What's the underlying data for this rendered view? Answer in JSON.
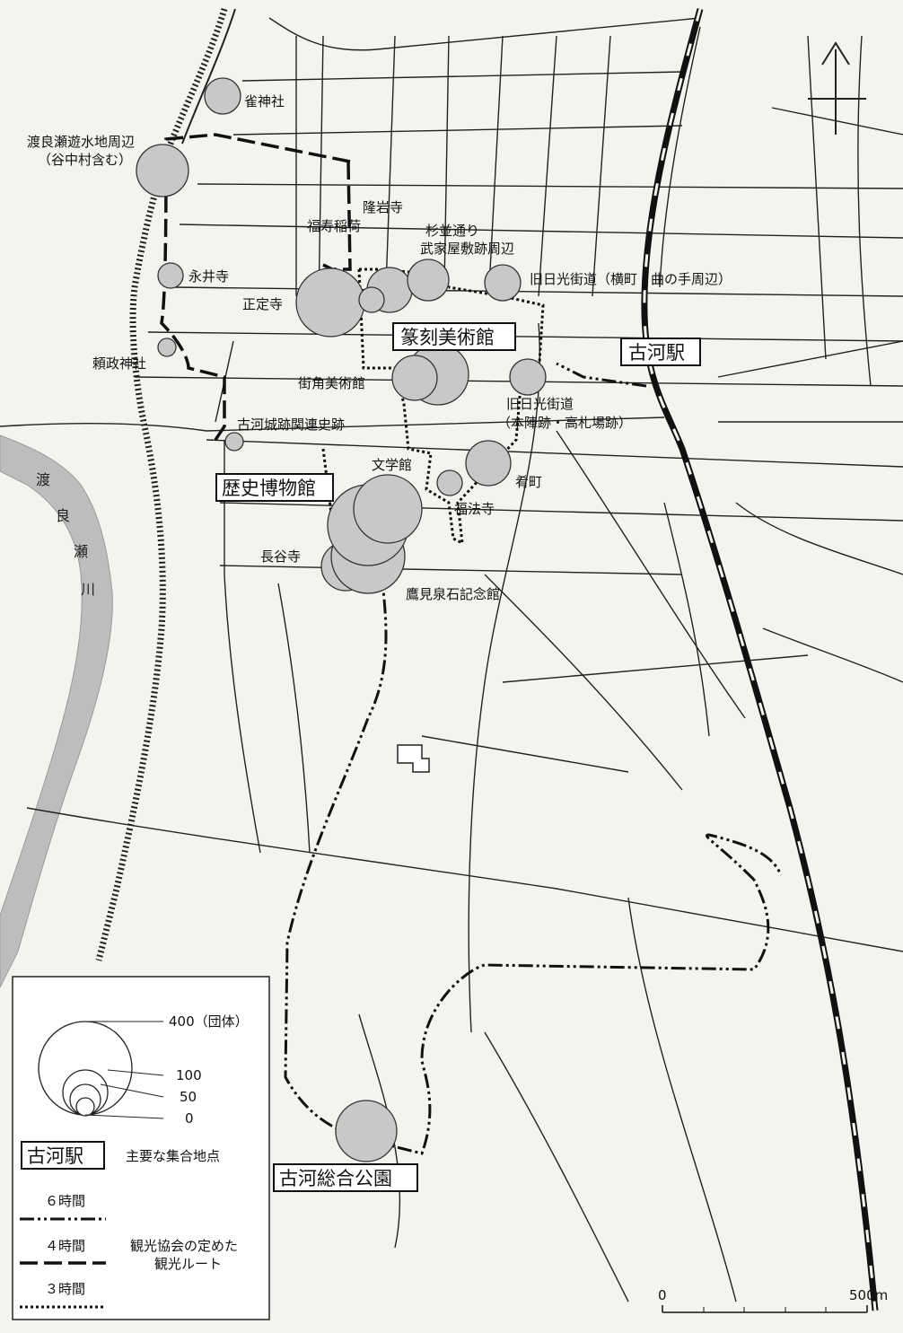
{
  "places": {
    "suzume": "雀神社",
    "watarase_area_1": "渡良瀬遊水地周辺",
    "watarase_area_2": "（谷中村含む）",
    "ryugan": "隆岩寺",
    "fukuju": "福寿稲荷",
    "suginami_1": "杉並通り",
    "suginami_2": "武家屋敷跡周辺",
    "eisei": "永井寺",
    "shojo": "正定寺",
    "kyunikko1": "旧日光街道（横町・曲の手周辺）",
    "tenkoku": "篆刻美術館",
    "koga_station": "古河駅",
    "yorimasa": "頼政神社",
    "machikado": "街角美術館",
    "kyunikko2_1": "旧日光街道",
    "kyunikko2_2": "（本陣跡・高札場跡）",
    "kogajo": "古河城跡関連史跡",
    "bungakukan": "文学館",
    "sakanamachi": "肴町",
    "rekishi": "歴史博物館",
    "fukuhoji": "福法寺",
    "hasedera": "長谷寺",
    "takami": "鷹見泉石記念館",
    "sogo_park": "古河総合公園"
  },
  "river": [
    "渡",
    "良",
    "瀬",
    "川"
  ],
  "legend": {
    "size_400": "400（団体）",
    "size_100": "100",
    "size_50": "50",
    "size_0": "0",
    "meeting_box": "古河駅",
    "meeting_desc": "主要な集合地点",
    "route_6": "６時間",
    "route_4": "４時間",
    "route_3": "３時間",
    "route_desc_1": "観光協会の定めた",
    "route_desc_2": "観光ルート"
  },
  "scale": {
    "zero": "0",
    "end": "500m"
  }
}
